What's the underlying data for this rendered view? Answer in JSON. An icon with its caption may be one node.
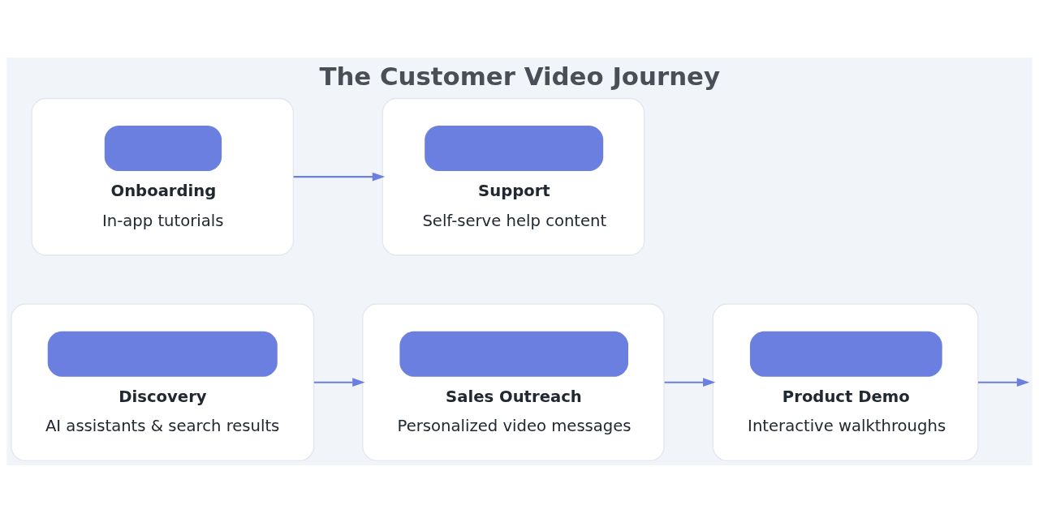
{
  "diagram": {
    "title": "The Customer Video Journey",
    "nodes": [
      {
        "text": [
          "Discovery",
          "AI assistants & search results"
        ]
      },
      {
        "text": [
          "Sales Outreach",
          "Personalized video messages"
        ]
      },
      {
        "text": [
          "Product Demo",
          "Interactive walkthroughs"
        ]
      },
      {
        "text": [
          "Onboarding",
          "In-app tutorials"
        ]
      },
      {
        "text": [
          "Support",
          "Self-serve help content"
        ]
      }
    ],
    "edges": [
      {
        "from": 0,
        "to": 1,
        "arrow": "to"
      },
      {
        "from": 1,
        "to": 2,
        "arrow": "to"
      },
      {
        "from": 2,
        "to": null,
        "arrow": "to"
      },
      {
        "from": 3,
        "to": 4,
        "arrow": "to"
      }
    ]
  }
}
